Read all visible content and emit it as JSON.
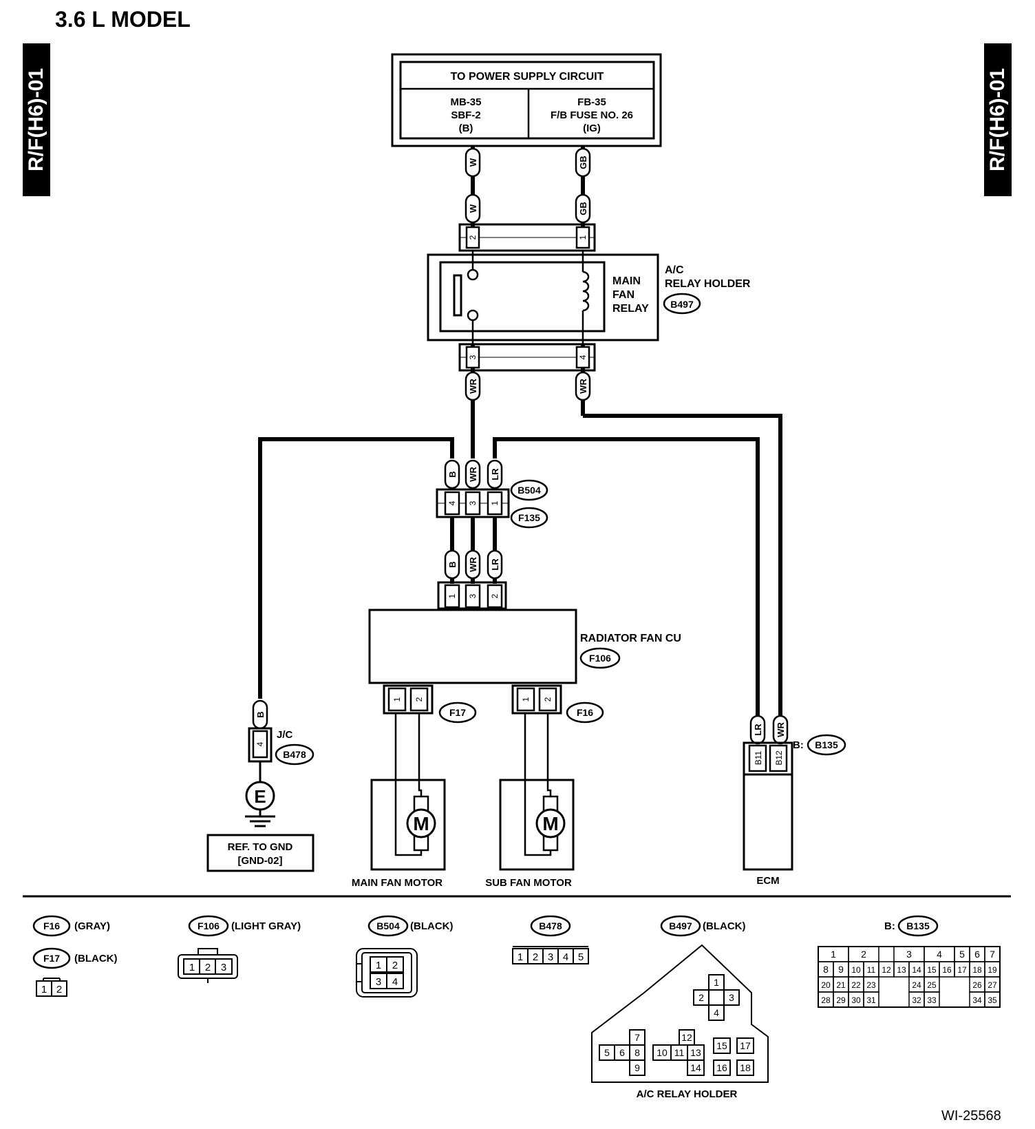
{
  "title": "3.6 L MODEL",
  "side_tab": "R/F(H6)-01",
  "figure_code": "WI-25568",
  "power_supply": {
    "header": "TO POWER SUPPLY CIRCUIT",
    "left": [
      "MB-35",
      "SBF-2",
      "(B)"
    ],
    "right": [
      "FB-35",
      "F/B FUSE NO. 26",
      "(IG)"
    ]
  },
  "relay": {
    "name": [
      "MAIN",
      "FAN",
      "RELAY"
    ],
    "holder": [
      "A/C",
      "RELAY HOLDER"
    ],
    "connector": "B497",
    "top_pins": [
      "2",
      "1"
    ],
    "bottom_pins": [
      "3",
      "4"
    ]
  },
  "wires": {
    "w": "W",
    "gb": "GB",
    "wr": "WR",
    "b": "B",
    "lr": "LR"
  },
  "junction_b504_f135": {
    "connectors": [
      "B504",
      "F135"
    ],
    "pins": [
      "4",
      "3",
      "1"
    ]
  },
  "fan_cu": {
    "name": "RADIATOR FAN CU",
    "connector": "F106",
    "pins": [
      "1",
      "3",
      "2"
    ]
  },
  "motors": {
    "main": {
      "name": "MAIN FAN MOTOR",
      "connector": "F17",
      "pins": [
        "1",
        "2"
      ],
      "symbol": "M"
    },
    "sub": {
      "name": "SUB FAN MOTOR",
      "connector": "F16",
      "pins": [
        "1",
        "2"
      ],
      "symbol": "M"
    }
  },
  "ground": {
    "jc_label": "J/C",
    "connector": "B478",
    "pin": "4",
    "symbol": "E",
    "ref": [
      "REF. TO GND",
      "[GND-02]"
    ]
  },
  "ecm": {
    "name": "ECM",
    "prefix": "B:",
    "connector": "B135",
    "pins": [
      "B11",
      "B12"
    ]
  },
  "legend": {
    "f16": {
      "id": "F16",
      "color": "(GRAY)"
    },
    "f17": {
      "id": "F17",
      "color": "(BLACK)"
    },
    "f16_f17_pins": [
      "1",
      "2"
    ],
    "f106": {
      "id": "F106",
      "color": "(LIGHT GRAY)",
      "pins": [
        "1",
        "2",
        "3"
      ]
    },
    "b504": {
      "id": "B504",
      "color": "(BLACK)",
      "pins": [
        "1",
        "2",
        "3",
        "4"
      ]
    },
    "b478": {
      "id": "B478",
      "pins": [
        "1",
        "2",
        "3",
        "4",
        "5"
      ]
    },
    "b497": {
      "id": "B497",
      "color": "(BLACK)",
      "caption": "A/C RELAY HOLDER",
      "pins": [
        "1",
        "2",
        "3",
        "4",
        "5",
        "6",
        "7",
        "8",
        "9",
        "10",
        "11",
        "12",
        "13",
        "14",
        "15",
        "16",
        "17",
        "18"
      ]
    },
    "b135": {
      "prefix": "B:",
      "id": "B135",
      "rows": [
        [
          "1",
          "2",
          "",
          "",
          "3",
          "4",
          "5",
          "6",
          "7"
        ],
        [
          "8",
          "9",
          "10",
          "11",
          "12",
          "13",
          "14",
          "15",
          "16",
          "17",
          "18",
          "19"
        ],
        [
          "20",
          "21",
          "22",
          "23",
          "24",
          "25",
          "26",
          "27"
        ],
        [
          "28",
          "29",
          "30",
          "31",
          "32",
          "33",
          "34",
          "35"
        ]
      ]
    }
  }
}
